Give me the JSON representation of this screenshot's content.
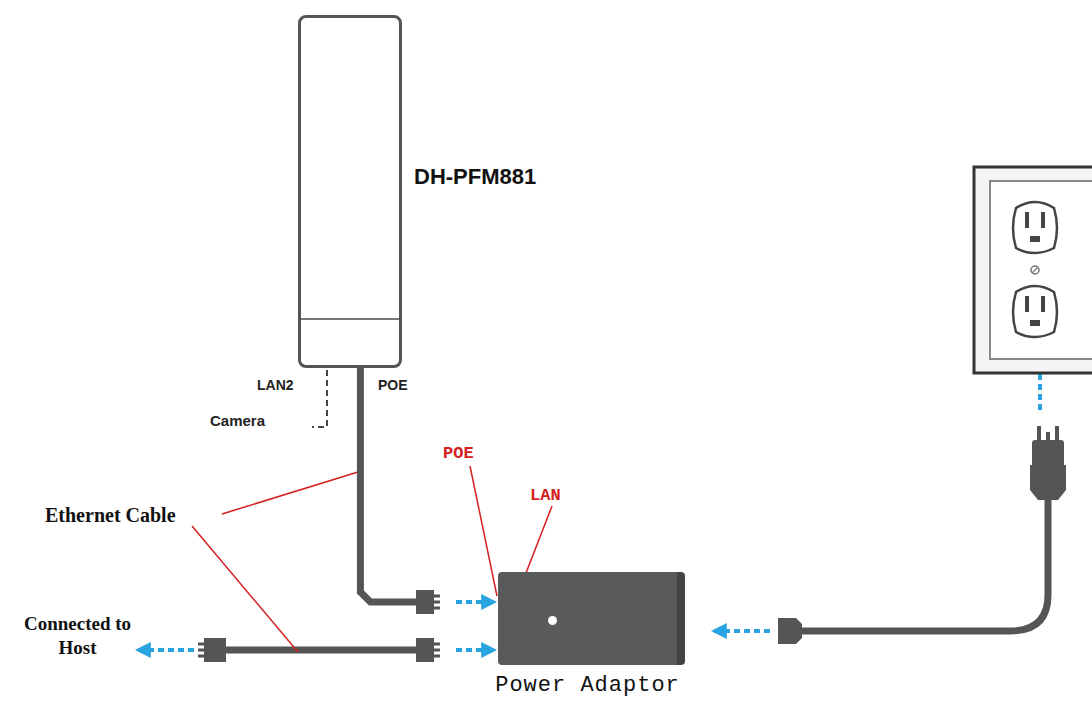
{
  "diagram": {
    "nodes": [
      {
        "text": [
          "DH-PFM881"
        ]
      },
      {
        "text": [
          "Power Adaptor"
        ]
      }
    ],
    "edges": [
      {
        "from": 0,
        "to": 1,
        "arrow": "to"
      }
    ],
    "labels": [
      "LAN2",
      "POE",
      "Camera",
      "Ethernet Cable",
      "POE",
      "LAN",
      "Connected to Host"
    ]
  }
}
